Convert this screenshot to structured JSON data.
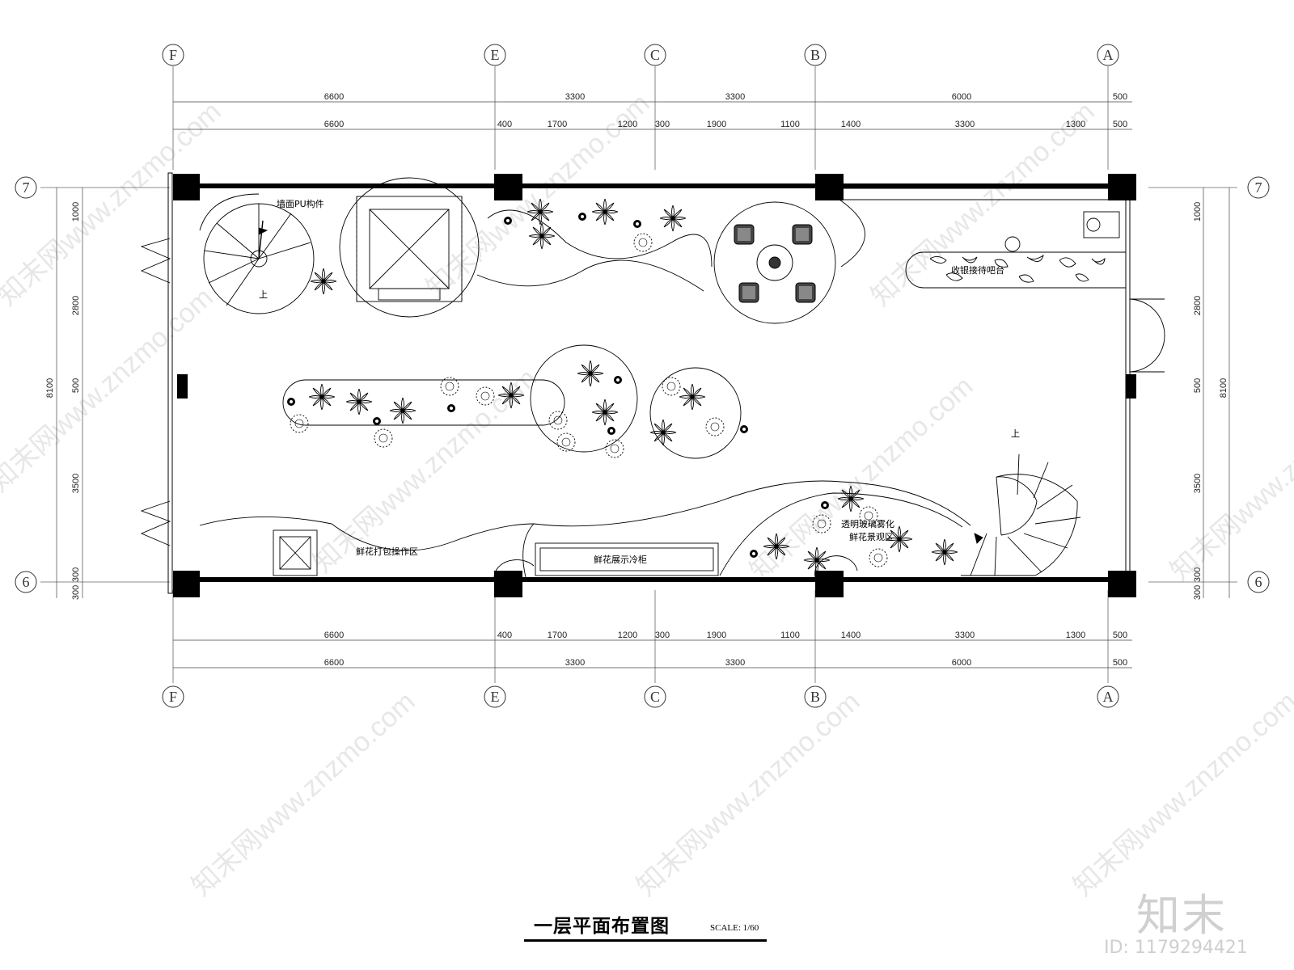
{
  "drawing": {
    "title": "一层平面布置图",
    "scale_label": "SCALE: 1/60"
  },
  "axes": {
    "columns": [
      "F",
      "E",
      "C",
      "B",
      "A"
    ],
    "rows": [
      "7",
      "6"
    ]
  },
  "dimensions": {
    "top_outer": [
      "6600",
      "3300",
      "3300",
      "6000",
      "500"
    ],
    "top_inner": [
      "6600",
      "400",
      "1700",
      "1200",
      "300",
      "1900",
      "1100",
      "1400",
      "3300",
      "1300",
      "500"
    ],
    "bottom_inner": [
      "6600",
      "400",
      "1700",
      "1200",
      "300",
      "1900",
      "1100",
      "1400",
      "3300",
      "1300",
      "500"
    ],
    "bottom_outer": [
      "6600",
      "3300",
      "3300",
      "6000",
      "500"
    ],
    "left_segments": [
      "1000",
      "2800",
      "500",
      "3500",
      "300",
      "300"
    ],
    "left_total": "8100",
    "right_segments": [
      "1000",
      "2800",
      "500",
      "3500",
      "300",
      "300"
    ],
    "right_total": "8100"
  },
  "rooms": {
    "wall_pu": "墙面PU构件",
    "cashier": "收银接待吧台",
    "packing": "鲜花打包操作区",
    "display_fridge": "鲜花展示冷柜",
    "glass_flower": "透明玻璃雾化",
    "flower_view": "鲜花景观区",
    "stair_up_1": "上",
    "stair_up_2": "上"
  },
  "watermarks": {
    "site": "知末网www.znzmo.com",
    "brand": "知末",
    "id": "ID: 1179294421"
  }
}
